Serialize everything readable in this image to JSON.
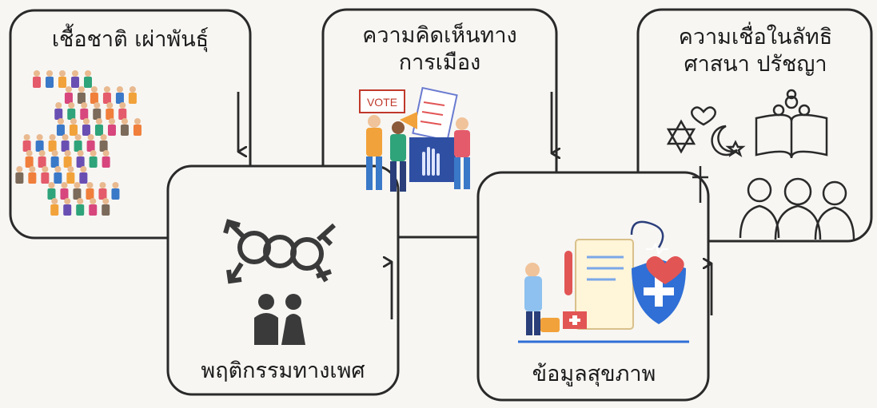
{
  "diagram": {
    "boxes": [
      {
        "id": "ethnicity",
        "lines": [
          "เชื้อชาติ เผ่าพันธุ์"
        ]
      },
      {
        "id": "political-opinion",
        "lines": [
          "ความคิดเห็นทาง",
          "การเมือง"
        ]
      },
      {
        "id": "religious-belief",
        "lines": [
          "ความเชื่อในลัทธิ",
          "ศาสนา ปรัชญา"
        ]
      },
      {
        "id": "sexual-behavior",
        "lines": [
          "พฤติกรรมทางเพศ"
        ]
      },
      {
        "id": "health-data",
        "lines": [
          "ข้อมูลสุขภาพ"
        ]
      }
    ],
    "vote_sign": "VOTE"
  },
  "colors": {
    "border": "#2a2a2a",
    "background": "#f7f6f3",
    "icon_gray": "#3a3a3a",
    "health_blue": "#2f6fd6",
    "health_red": "#e25555",
    "crowd_palette": [
      "#e45b6b",
      "#3a78c8",
      "#f2a23a",
      "#6a4fb3",
      "#2fa37a",
      "#d7467d",
      "#7c6a5a",
      "#f07f3c"
    ]
  }
}
